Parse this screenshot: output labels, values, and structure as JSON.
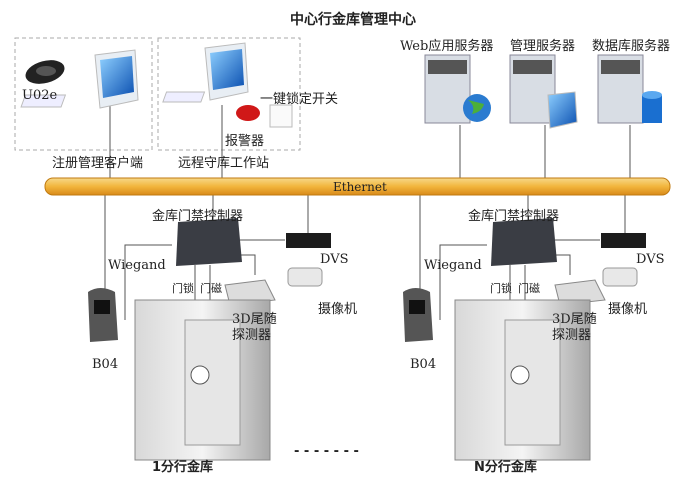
{
  "title": "中心行金库管理中心",
  "center": {
    "clients": [
      {
        "label": "注册管理客户端",
        "device": "U02e"
      },
      {
        "label": "远程守库工作站",
        "alarm": "报警器",
        "lock_switch": "一键锁定开关"
      }
    ],
    "servers": [
      "Web应用服务器",
      "管理服务器",
      "数据库服务器"
    ]
  },
  "network": {
    "label": "Ethernet",
    "color": "#f2b53c"
  },
  "branches": [
    {
      "name": "1分行金库",
      "controller": "金库门禁控制器",
      "dvs": "DVS",
      "camera": "摄像机",
      "wiegand": "Wiegand",
      "reader": "B04",
      "door_lock": "门锁",
      "door_sensor": "门磁",
      "detector_line1": "3D尾随",
      "detector_line2": "探测器"
    },
    {
      "name": "N分行金库",
      "controller": "金库门禁控制器",
      "dvs": "DVS",
      "camera": "摄像机",
      "wiegand": "Wiegand",
      "reader": "B04",
      "door_lock": "门锁",
      "door_sensor": "门磁",
      "detector_line1": "3D尾随",
      "detector_line2": "探测器"
    }
  ],
  "ellipsis": "- - - - - - -"
}
